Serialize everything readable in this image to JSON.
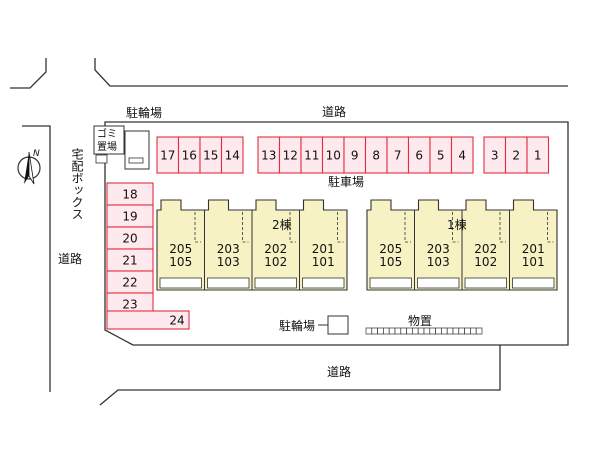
{
  "roads": {
    "top": "道路",
    "left": "道路",
    "bottom": "道路"
  },
  "north_mark": "N",
  "labels": {
    "bicycle_parking_top": "駐輪場",
    "garbage_line1": "ゴミ",
    "garbage_line2": "置場",
    "delivery_box": "宅配ボックス",
    "parking": "駐車場",
    "bicycle_parking_bottom": "駐輪場",
    "storage": "物置"
  },
  "parking_top": [
    "17",
    "16",
    "15",
    "14",
    "13",
    "12",
    "11",
    "10",
    "9",
    "8",
    "7",
    "6",
    "5",
    "4",
    "3",
    "2",
    "1"
  ],
  "parking_left": [
    "18",
    "19",
    "20",
    "21",
    "22",
    "23"
  ],
  "parking_bottom": "24",
  "buildings": [
    {
      "name": "2棟",
      "units": [
        [
          "205",
          "105"
        ],
        [
          "203",
          "103"
        ],
        [
          "202",
          "102"
        ],
        [
          "201",
          "101"
        ]
      ]
    },
    {
      "name": "1棟",
      "units": [
        [
          "205",
          "105"
        ],
        [
          "203",
          "103"
        ],
        [
          "202",
          "102"
        ],
        [
          "201",
          "101"
        ]
      ]
    }
  ],
  "colors": {
    "parking": "#e0303e",
    "parking_fill": "#fde9ee",
    "building": "#f7f2c4",
    "line": "#333333",
    "lot": "#ffffff"
  }
}
